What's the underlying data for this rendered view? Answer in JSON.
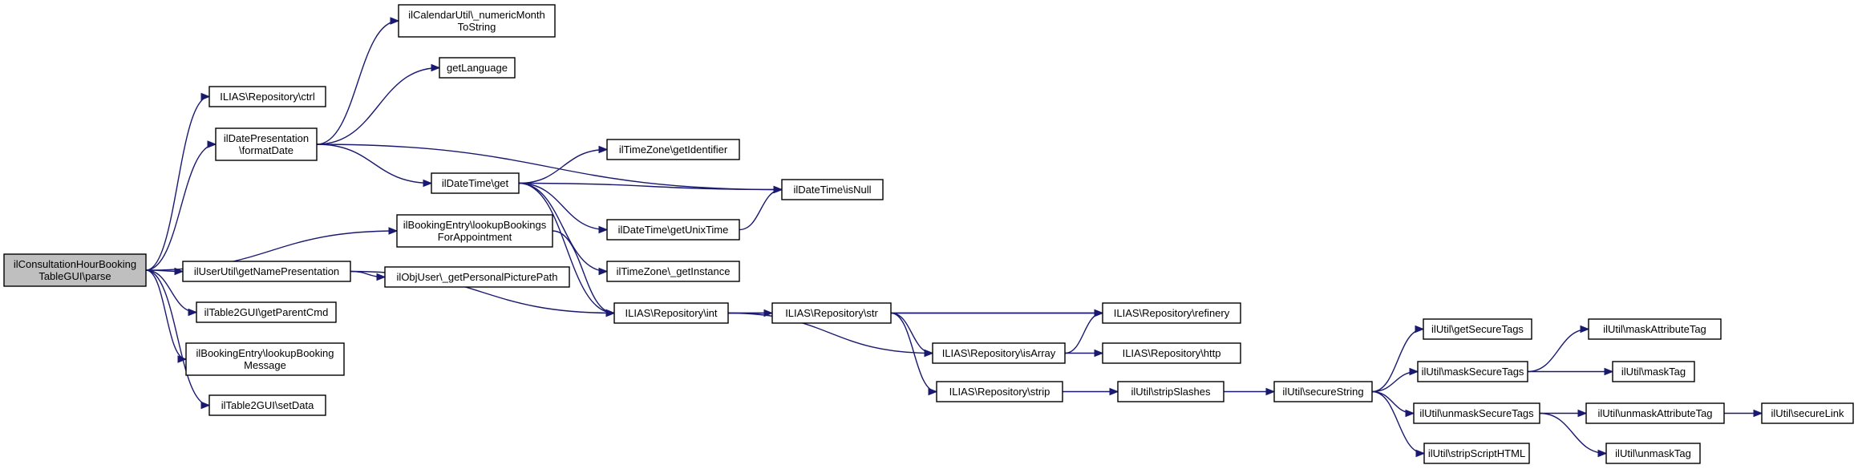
{
  "diagram": {
    "type": "call-graph",
    "colors": {
      "edge": "#191970",
      "root_fill": "#bfbfbf",
      "node_fill": "#ffffff",
      "node_border": "#000000"
    },
    "nodes": [
      {
        "id": "root",
        "lines": [
          "ilConsultationHourBooking",
          "TableGUI\\parse"
        ],
        "root": true
      },
      {
        "id": "ctrl",
        "lines": [
          "ILIAS\\Repository\\ctrl"
        ]
      },
      {
        "id": "formatDate",
        "lines": [
          "ilDatePresentation",
          "\\formatDate"
        ]
      },
      {
        "id": "calendarUtil",
        "lines": [
          "ilCalendarUtil\\_numericMonth",
          "ToString"
        ]
      },
      {
        "id": "getLanguage",
        "lines": [
          "getLanguage"
        ]
      },
      {
        "id": "dateTimeGet",
        "lines": [
          "ilDateTime\\get"
        ]
      },
      {
        "id": "getIdentifier",
        "lines": [
          "ilTimeZone\\getIdentifier"
        ]
      },
      {
        "id": "isNull",
        "lines": [
          "ilDateTime\\isNull"
        ]
      },
      {
        "id": "getUnixTime",
        "lines": [
          "ilDateTime\\getUnixTime"
        ]
      },
      {
        "id": "getInstance",
        "lines": [
          "ilTimeZone\\_getInstance"
        ]
      },
      {
        "id": "lookupBookings",
        "lines": [
          "ilBookingEntry\\lookupBookings",
          "ForAppointment"
        ]
      },
      {
        "id": "getNamePresentation",
        "lines": [
          "ilUserUtil\\getNamePresentation"
        ]
      },
      {
        "id": "getPersonalPicturePath",
        "lines": [
          "ilObjUser\\_getPersonalPicturePath"
        ]
      },
      {
        "id": "getParentCmd",
        "lines": [
          "ilTable2GUI\\getParentCmd"
        ]
      },
      {
        "id": "repoInt",
        "lines": [
          "ILIAS\\Repository\\int"
        ]
      },
      {
        "id": "repoStr",
        "lines": [
          "ILIAS\\Repository\\str"
        ]
      },
      {
        "id": "refinery",
        "lines": [
          "ILIAS\\Repository\\refinery"
        ]
      },
      {
        "id": "lookupBookingMessage",
        "lines": [
          "ilBookingEntry\\lookupBooking",
          "Message"
        ]
      },
      {
        "id": "isArray",
        "lines": [
          "ILIAS\\Repository\\isArray"
        ]
      },
      {
        "id": "http",
        "lines": [
          "ILIAS\\Repository\\http"
        ]
      },
      {
        "id": "setData",
        "lines": [
          "ilTable2GUI\\setData"
        ]
      },
      {
        "id": "repoStrip",
        "lines": [
          "ILIAS\\Repository\\strip"
        ]
      },
      {
        "id": "stripSlashes",
        "lines": [
          "ilUtil\\stripSlashes"
        ]
      },
      {
        "id": "secureString",
        "lines": [
          "ilUtil\\secureString"
        ]
      },
      {
        "id": "getSecureTags",
        "lines": [
          "ilUtil\\getSecureTags"
        ]
      },
      {
        "id": "maskSecureTags",
        "lines": [
          "ilUtil\\maskSecureTags"
        ]
      },
      {
        "id": "maskAttributeTag",
        "lines": [
          "ilUtil\\maskAttributeTag"
        ]
      },
      {
        "id": "maskTag",
        "lines": [
          "ilUtil\\maskTag"
        ]
      },
      {
        "id": "unmaskSecureTags",
        "lines": [
          "ilUtil\\unmaskSecureTags"
        ]
      },
      {
        "id": "unmaskAttributeTag",
        "lines": [
          "ilUtil\\unmaskAttributeTag"
        ]
      },
      {
        "id": "secureLink",
        "lines": [
          "ilUtil\\secureLink"
        ]
      },
      {
        "id": "unmaskTag",
        "lines": [
          "ilUtil\\unmaskTag"
        ]
      },
      {
        "id": "stripScriptHTML",
        "lines": [
          "ilUtil\\stripScriptHTML"
        ]
      }
    ],
    "edges": [
      [
        "root",
        "ctrl"
      ],
      [
        "root",
        "formatDate"
      ],
      [
        "root",
        "lookupBookings"
      ],
      [
        "root",
        "getNamePresentation"
      ],
      [
        "root",
        "getParentCmd"
      ],
      [
        "root",
        "lookupBookingMessage"
      ],
      [
        "root",
        "setData"
      ],
      [
        "formatDate",
        "calendarUtil"
      ],
      [
        "formatDate",
        "getLanguage"
      ],
      [
        "formatDate",
        "isNull"
      ],
      [
        "formatDate",
        "dateTimeGet"
      ],
      [
        "dateTimeGet",
        "getIdentifier"
      ],
      [
        "dateTimeGet",
        "isNull"
      ],
      [
        "dateTimeGet",
        "getUnixTime"
      ],
      [
        "dateTimeGet",
        "getInstance"
      ],
      [
        "dateTimeGet",
        "repoInt"
      ],
      [
        "getUnixTime",
        "isNull"
      ],
      [
        "lookupBookings",
        "repoInt"
      ],
      [
        "getNamePresentation",
        "getPersonalPicturePath"
      ],
      [
        "getNamePresentation",
        "repoInt"
      ],
      [
        "repoInt",
        "repoStr"
      ],
      [
        "repoInt",
        "refinery"
      ],
      [
        "repoInt",
        "isArray"
      ],
      [
        "repoStr",
        "refinery"
      ],
      [
        "repoStr",
        "isArray"
      ],
      [
        "repoStr",
        "repoStrip"
      ],
      [
        "isArray",
        "refinery"
      ],
      [
        "isArray",
        "http"
      ],
      [
        "repoStrip",
        "stripSlashes"
      ],
      [
        "stripSlashes",
        "secureString"
      ],
      [
        "secureString",
        "getSecureTags"
      ],
      [
        "secureString",
        "maskSecureTags"
      ],
      [
        "secureString",
        "unmaskSecureTags"
      ],
      [
        "secureString",
        "stripScriptHTML"
      ],
      [
        "maskSecureTags",
        "maskAttributeTag"
      ],
      [
        "maskSecureTags",
        "maskTag"
      ],
      [
        "unmaskSecureTags",
        "unmaskAttributeTag"
      ],
      [
        "unmaskSecureTags",
        "unmaskTag"
      ],
      [
        "unmaskAttributeTag",
        "secureLink"
      ]
    ]
  }
}
